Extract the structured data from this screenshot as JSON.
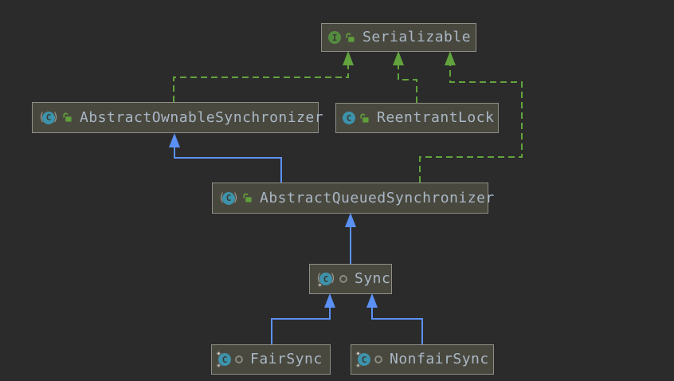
{
  "diagram": {
    "title": "UML class hierarchy (ReentrantLock / AbstractQueuedSynchronizer)",
    "nodes": [
      {
        "id": "serializable",
        "label": "Serializable",
        "kind": "interface",
        "modifier_icon": "unlocked-lock"
      },
      {
        "id": "abstract-ownable-synchronizer",
        "label": "AbstractOwnableSynchronizer",
        "kind": "abstract-class",
        "modifier_icon": "unlocked-lock"
      },
      {
        "id": "reentrant-lock",
        "label": "ReentrantLock",
        "kind": "class",
        "modifier_icon": "unlocked-lock"
      },
      {
        "id": "abstract-queued-synchronizer",
        "label": "AbstractQueuedSynchronizer",
        "kind": "abstract-class",
        "modifier_icon": "unlocked-lock"
      },
      {
        "id": "sync",
        "label": "Sync",
        "kind": "abstract-class",
        "visibility_icon": "package-private-ring"
      },
      {
        "id": "fair-sync",
        "label": "FairSync",
        "kind": "class",
        "visibility_icon": "package-private-ring"
      },
      {
        "id": "nonfair-sync",
        "label": "NonfairSync",
        "kind": "class",
        "visibility_icon": "package-private-ring"
      }
    ],
    "edges": [
      {
        "from": "AbstractOwnableSynchronizer",
        "to": "Serializable",
        "type": "implements",
        "style": "green-dashed"
      },
      {
        "from": "ReentrantLock",
        "to": "Serializable",
        "type": "implements",
        "style": "green-dashed"
      },
      {
        "from": "AbstractQueuedSynchronizer",
        "to": "Serializable",
        "type": "implements",
        "style": "green-dashed"
      },
      {
        "from": "AbstractQueuedSynchronizer",
        "to": "AbstractOwnableSynchronizer",
        "type": "extends",
        "style": "blue-solid"
      },
      {
        "from": "Sync",
        "to": "AbstractQueuedSynchronizer",
        "type": "extends",
        "style": "blue-solid"
      },
      {
        "from": "FairSync",
        "to": "Sync",
        "type": "extends",
        "style": "blue-solid"
      },
      {
        "from": "NonfairSync",
        "to": "Sync",
        "type": "extends",
        "style": "blue-solid"
      }
    ],
    "colors": {
      "canvas_background": "#2b2b2b",
      "node_background": "#49483e",
      "node_border": "#8f8f88",
      "label_text": "#a9b7c6",
      "extends_edge_blue": "#5b91f5",
      "implements_edge_green": "#62a33d",
      "interface_icon_green": "#548c3f",
      "class_icon_teal": "#3d93ab",
      "lock_icon_green": "#5f9e3b"
    }
  }
}
